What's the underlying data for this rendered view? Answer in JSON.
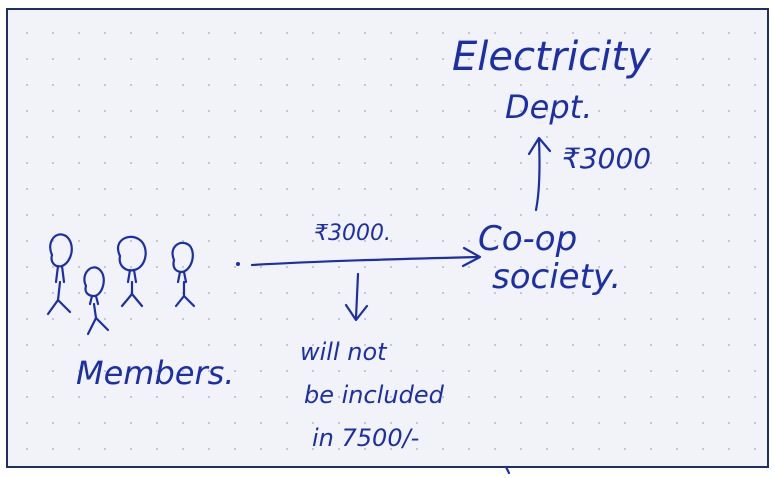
{
  "nodes": {
    "electricity_line1": "Electricity",
    "electricity_line2": "Dept.",
    "coop_line1": "Co-op",
    "coop_line2": "society.",
    "members": "Members."
  },
  "edges": {
    "members_to_coop": "₹3000.",
    "coop_to_electricity": "₹3000"
  },
  "note": {
    "line1": "will not",
    "line2": "be included",
    "line3": "in 7500/-"
  },
  "colors": {
    "ink": "#1a2fa8",
    "frame": "#1f2f66",
    "background": "#f2f3f8",
    "dots": "#c3c7d6"
  },
  "icons": [
    "person-figure-icon",
    "arrow-icon"
  ]
}
